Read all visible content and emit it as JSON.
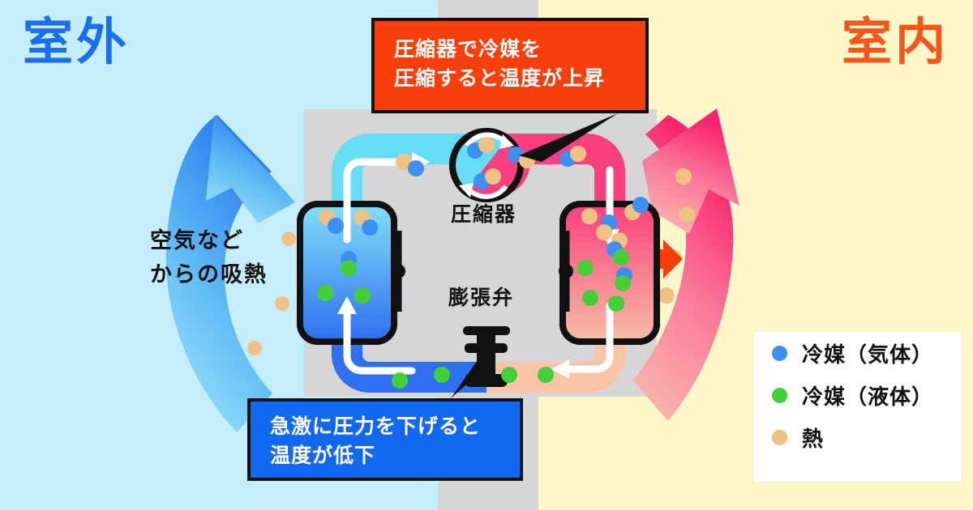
{
  "zones": {
    "outdoor": {
      "label": "室外",
      "color": "#1a6ff0",
      "bg": "#c5eefc"
    },
    "indoor": {
      "label": "室内",
      "color": "#f8551a",
      "bg": "#fdf6c9"
    },
    "unit_panel_color": "#d6d6d6"
  },
  "side_text": {
    "line1": "空気など",
    "line2": "からの吸熱"
  },
  "components": {
    "compressor_label": "圧縮器",
    "expansion_valve_label": "膨張弁"
  },
  "callouts": {
    "compressor": {
      "line1": "圧縮器で冷媒を",
      "line2": "圧縮すると温度が上昇",
      "bg": "#f9400c",
      "text_color": "#ffffff",
      "border_color": "#111111"
    },
    "expansion": {
      "line1": "急激に圧力を下げると",
      "line2": "温度が低下",
      "bg": "#1368f0",
      "text_color": "#ffffff",
      "border_color": "#111111"
    }
  },
  "legend": {
    "bg": "#ffffff",
    "items": [
      {
        "label": "冷媒（気体）",
        "color": "#3d8ef5",
        "icon": "blue-dot-icon"
      },
      {
        "label": "冷媒（液体）",
        "color": "#45cf37",
        "icon": "green-dot-icon"
      },
      {
        "label": "熱",
        "color": "#efc183",
        "icon": "tan-dot-icon"
      }
    ]
  },
  "circuit": {
    "pipe_colors": {
      "suction_cyan": "#66dcf5",
      "discharge_pink": "#f93f7f",
      "liquid_blue": "#2f6ff0",
      "liquid_peach": "#f8c3a7"
    },
    "tank_left_gradient": [
      "#7fe0f7",
      "#2f6ff0"
    ],
    "tank_right_gradient": [
      "#fa3f80",
      "#f8bda5"
    ],
    "flow_arrow_color": "#ffffff",
    "airflow": {
      "outdoor_arrow_gradient": [
        "#2f7ef0",
        "#a9ecfb"
      ],
      "indoor_arrow_gradient": [
        "#f9246f",
        "#f9c0ae"
      ],
      "intake_arrow_color": "#1356e0",
      "exhaust_arrow_color": "#f9400c"
    },
    "particles": {
      "gas": "#3d8ef5",
      "liquid": "#45cf37",
      "heat": "#efc183"
    }
  }
}
